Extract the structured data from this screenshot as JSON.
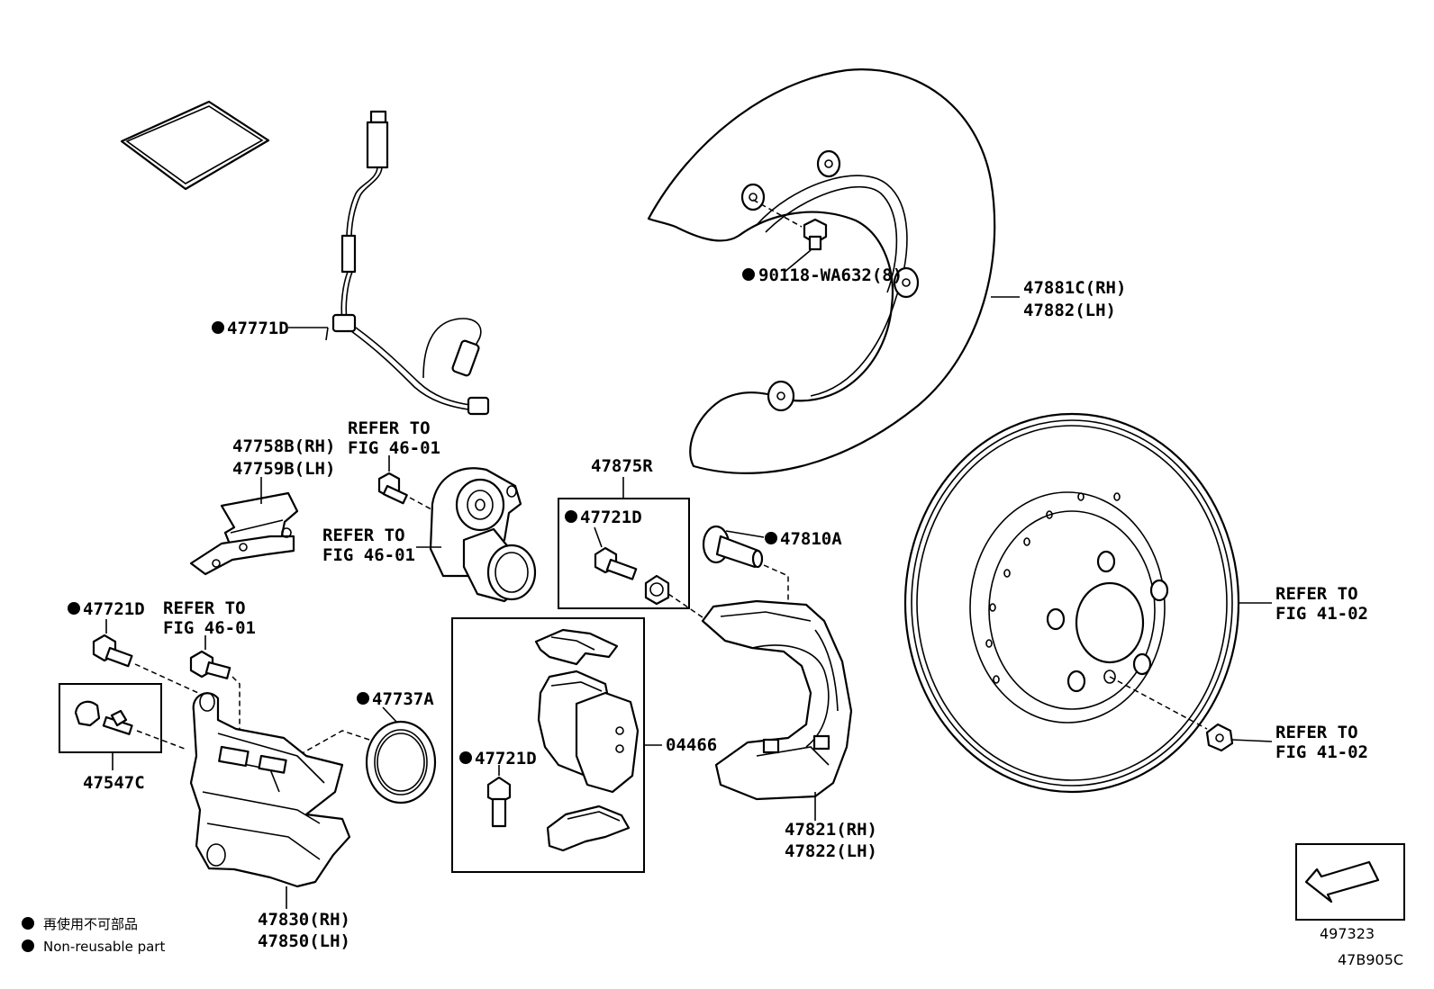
{
  "labels": {
    "wire": "47771D",
    "shim_rh": "47758B(RH)",
    "shim_lh": "47759B(LH)",
    "refer_motor_bolt_1": "REFER TO",
    "refer_motor_bolt_2": "FIG 46-01",
    "refer_motor_1": "REFER TO",
    "refer_motor_2": "FIG 46-01",
    "bolt_group": "47875R",
    "bolt_group_bolt": "47721D",
    "slide_pin": "47810A",
    "shield_bolt": "90118-WA632(8)",
    "shield_rh": "47881C(RH)",
    "shield_lh": "47882(LH)",
    "caliper_bolt": "47721D",
    "refer_caliper_bolt_1": "REFER TO",
    "refer_caliper_bolt_2": "FIG 46-01",
    "bleeder": "47547C",
    "piston_seal": "47737A",
    "pad_kit": "04466",
    "pad_bolt": "47721D",
    "mounting_rh": "47821(RH)",
    "mounting_lh": "47822(LH)",
    "caliper_rh": "47830(RH)",
    "caliper_lh": "47850(LH)",
    "refer_disc_1": "REFER TO",
    "refer_disc_2": "FIG 41-02",
    "refer_hub_1": "REFER TO",
    "refer_hub_2": "FIG 41-02",
    "direction_code": "497323",
    "figure_code": "47B905C"
  },
  "legend": {
    "line_jp": "再使用不可部品",
    "line_en": "Non-reusable part"
  }
}
